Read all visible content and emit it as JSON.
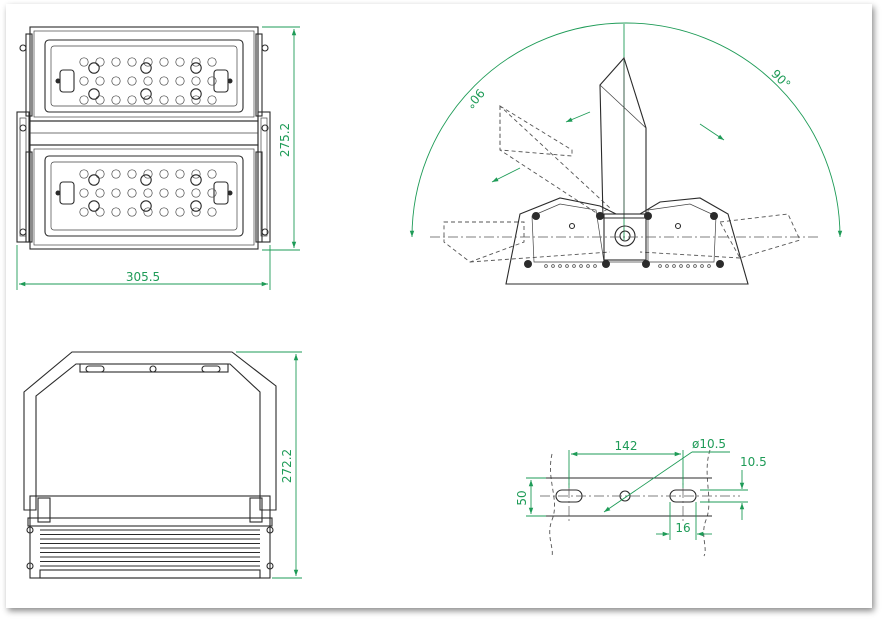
{
  "dimensions": {
    "front_width": "305.5",
    "front_height": "275.2",
    "side_height": "272.2",
    "bracket_spacing": "142",
    "hole_diameter": "ø10.5",
    "slot_width": "10.5",
    "bracket_height": "50",
    "slot_length": "16"
  },
  "angles": {
    "left": "90°",
    "right": "90°"
  },
  "colors": {
    "dimension": "#1e9b57",
    "ink": "#2b2b2b"
  }
}
